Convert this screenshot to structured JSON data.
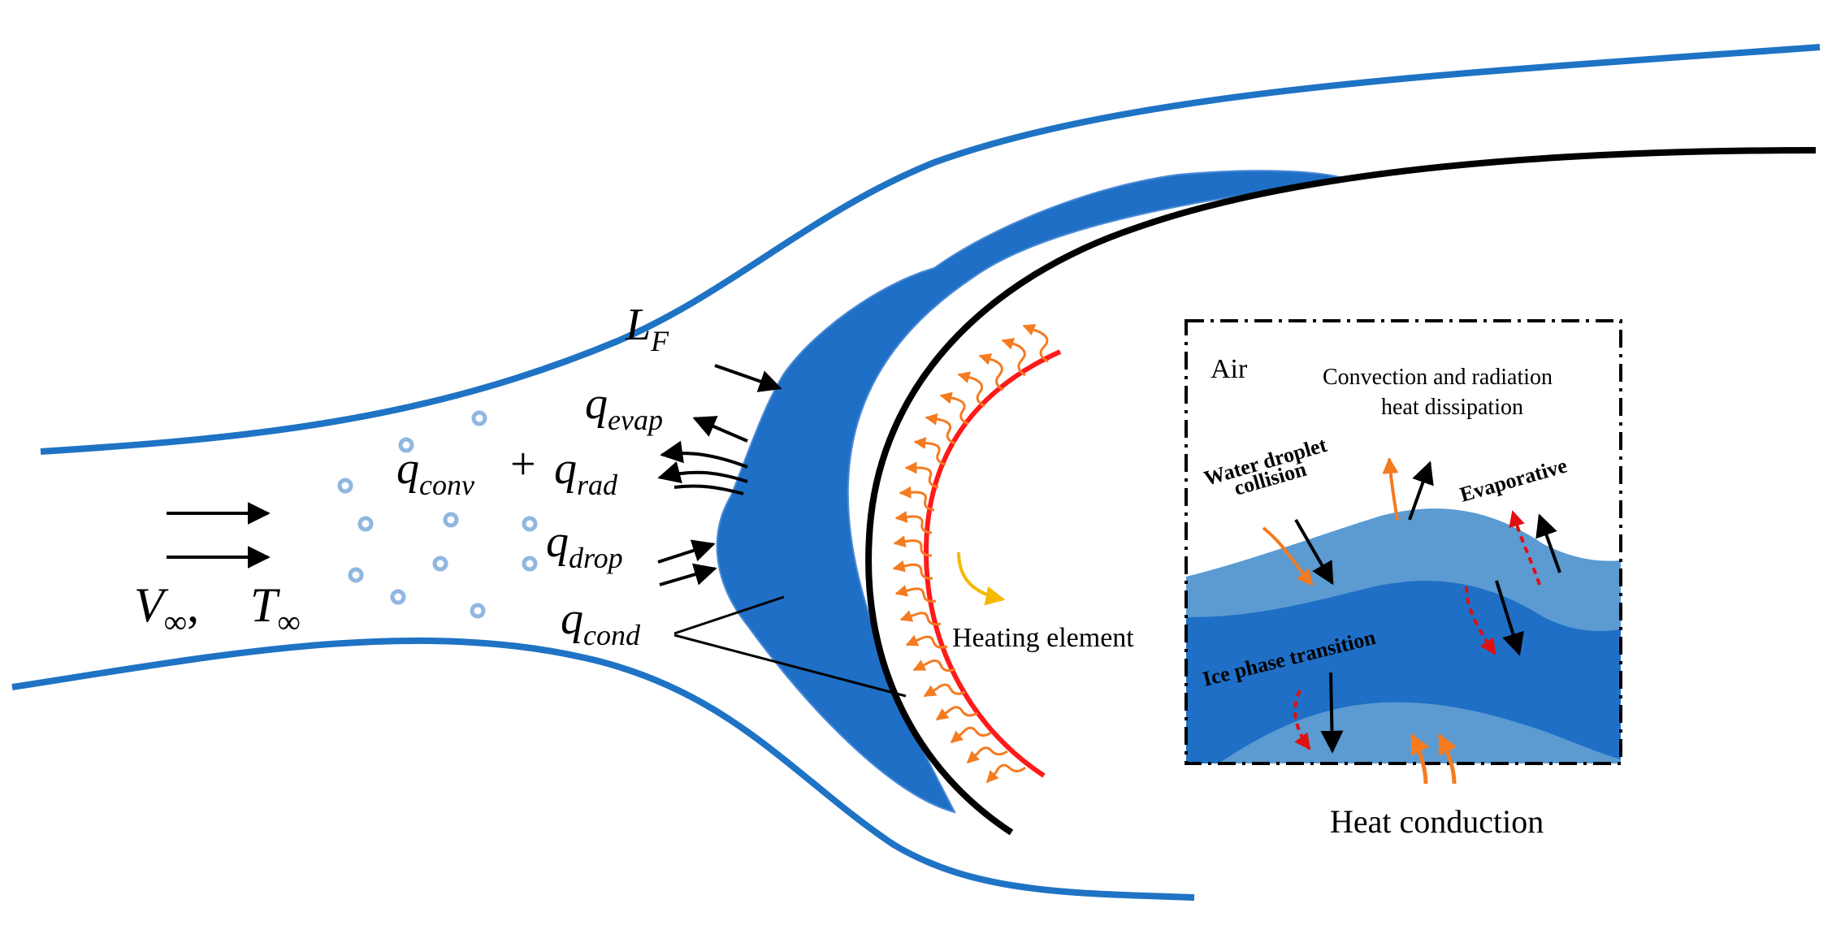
{
  "labels": {
    "L": "L",
    "L_sub": "F",
    "q_evap": "q",
    "q_evap_sub": "evap",
    "q_conv": "q",
    "q_conv_sub": "conv",
    "plus": "+",
    "q_rad": "q",
    "q_rad_sub": "rad",
    "q_drop": "q",
    "q_drop_sub": "drop",
    "q_cond": "q",
    "q_cond_sub": "cond",
    "V": "V",
    "V_sub": "∞",
    "comma": ",",
    "T": "T",
    "T_sub": "∞",
    "heating_element": "Heating element"
  },
  "inset": {
    "air": "Air",
    "convection_line1": "Convection and radiation",
    "convection_line2": "heat dissipation",
    "water_line1": "Water droplet",
    "water_line2": "collision",
    "evaporative": "Evaporative",
    "ice_phase": "Ice phase transition",
    "heat_conduction": "Heat conduction"
  },
  "colors": {
    "duct_blue": "#1f73c4",
    "ice_blue": "#1f6fc6",
    "ice_light": "#5b9bd2",
    "ice_mid": "#2e78c8",
    "heating_red": "#ff1a1a",
    "heat_orange": "#f47b20",
    "droplet_blue": "#8fb7e0"
  }
}
